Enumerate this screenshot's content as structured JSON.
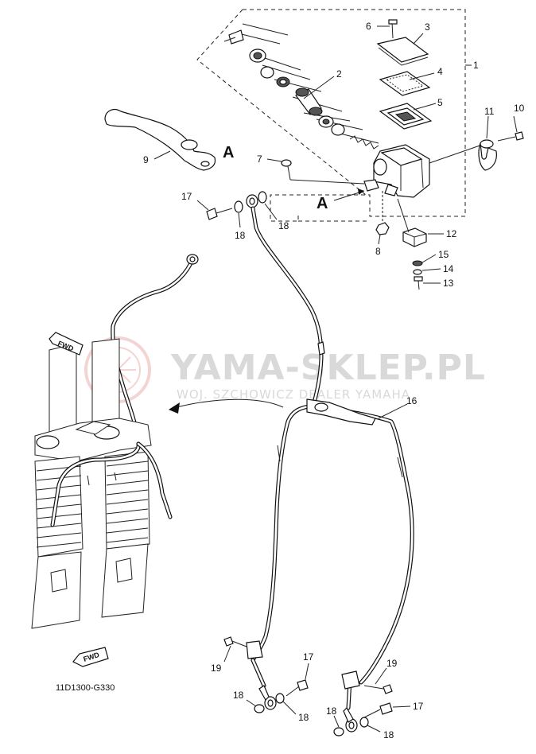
{
  "watermark": {
    "main": "YAMA-SKLEP.PL",
    "sub": "WOJ. SZCHOWICZ DEALER YAMAHA"
  },
  "diagram_code": "11D1300-G330",
  "view_label": "A",
  "fwd_label": "FWD",
  "callouts": {
    "p1": "1",
    "p2": "2",
    "p3": "3",
    "p4": "4",
    "p5": "5",
    "p6": "6",
    "p7": "7",
    "p8": "8",
    "p9": "9",
    "p10": "10",
    "p11": "11",
    "p12": "12",
    "p13": "13",
    "p14": "14",
    "p15": "15",
    "p16": "16",
    "p17a": "17",
    "p17b": "17",
    "p17c": "17",
    "p18a": "18",
    "p18b": "18",
    "p18c": "18",
    "p18d": "18",
    "p18e": "18",
    "p18f": "18",
    "p19a": "19",
    "p19b": "19"
  }
}
